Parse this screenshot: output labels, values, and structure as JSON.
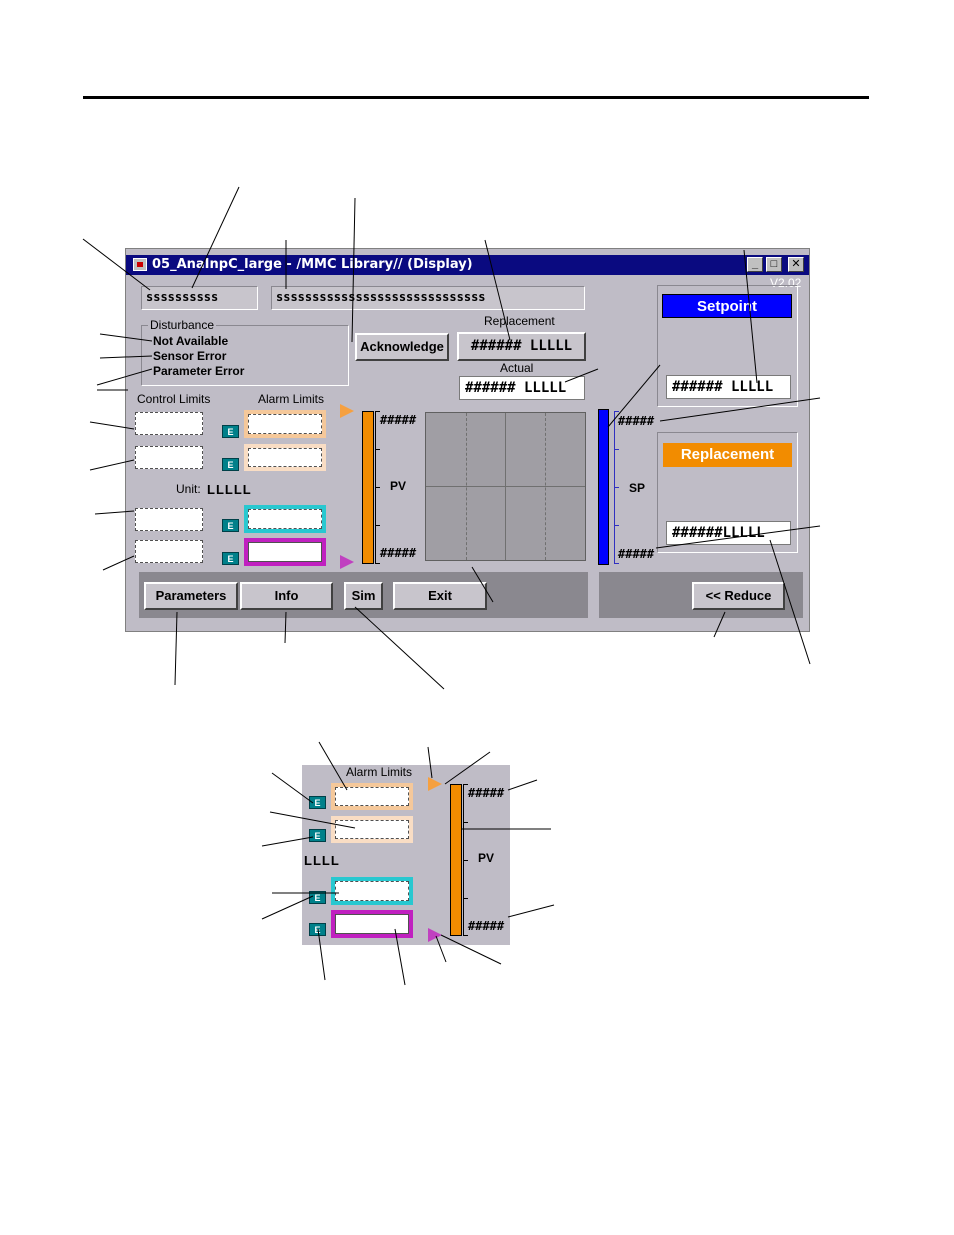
{
  "window": {
    "title": "05_AnaInpC_large - /MMC Library// (Display)",
    "version": "V2.02",
    "tag_value": "ssssssssss",
    "description_value": "sssssssssssssssssssssssssssss"
  },
  "window_controls": {
    "minimize": "_",
    "maximize": "□",
    "close": "✕"
  },
  "disturbance": {
    "title": "Disturbance",
    "items": [
      "Not Available",
      "Sensor Error",
      "Parameter Error"
    ]
  },
  "acknowledge_label": "Acknowledge",
  "replacement_value": {
    "label": "Replacement",
    "value": "###### LLLLL"
  },
  "actual_value": {
    "label": "Actual",
    "value": "###### LLLLL"
  },
  "limits": {
    "control_label": "Control Limits",
    "alarm_label": "Alarm Limits",
    "unit_label": "Unit:",
    "unit_value": "LLLLL",
    "e_label": "E"
  },
  "pv_bar": {
    "label": "PV",
    "top_value": "#####",
    "bottom_value": "#####",
    "color": "#f28c00"
  },
  "sp_bar": {
    "label": "SP",
    "top_value": "#####",
    "bottom_value": "#####",
    "color": "#0000ff"
  },
  "setpoint_panel": {
    "title": "Setpoint",
    "value": "###### LLLLL",
    "color": "#0000ff"
  },
  "replacement_panel": {
    "title": "Replacement",
    "value": "######LLLLL",
    "color": "#f28c00"
  },
  "buttons": {
    "parameters": "Parameters",
    "info": "Info",
    "sim": "Sim",
    "exit": "Exit",
    "reduce": "<< Reduce"
  },
  "detail": {
    "alarm_label": "Alarm Limits",
    "unit_value": "LLLL",
    "e_label": "E",
    "pv_label": "PV",
    "top_value": "#####",
    "bottom_value": "#####"
  },
  "colors": {
    "alarm_hh": "#f5c89a",
    "alarm_h": "#f9ddc4",
    "alarm_l": "#28c8d0",
    "alarm_ll": "#c020c0",
    "window_bg": "#bfbcc6",
    "title_bar": "#0a0a80"
  }
}
